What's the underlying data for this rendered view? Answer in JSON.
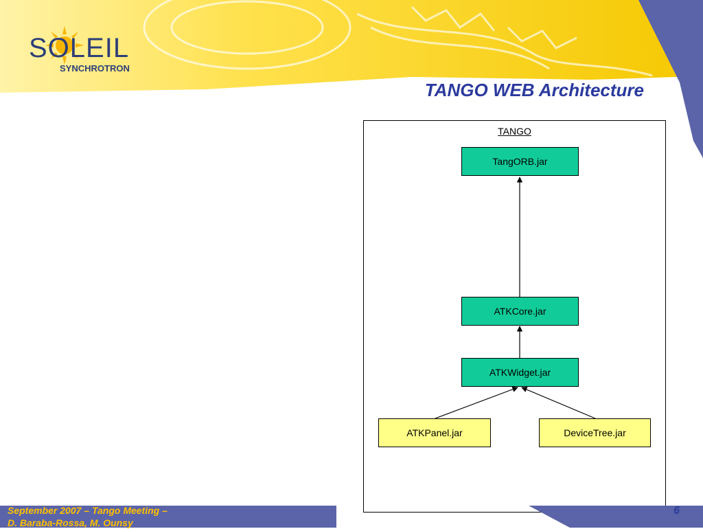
{
  "header": {
    "logo_word": "SOLEIL",
    "logo_sub": "SYNCHROTRON",
    "title": "TANGO WEB Architecture"
  },
  "diagram": {
    "frame_label": "TANGO",
    "nodes": {
      "tangorb": "TangORB.jar",
      "atkcore": "ATKCore.jar",
      "atkwidget": "ATKWidget.jar",
      "atkpanel": "ATKPanel.jar",
      "devicetree": "DeviceTree.jar"
    },
    "edges": [
      {
        "from": "atkcore",
        "to": "tangorb"
      },
      {
        "from": "atkwidget",
        "to": "atkcore"
      },
      {
        "from": "atkpanel",
        "to": "atkwidget"
      },
      {
        "from": "devicetree",
        "to": "atkwidget"
      }
    ]
  },
  "footer": {
    "line1": "September 2007 – Tango Meeting –",
    "line2": "D. Baraba-Rossa, M. Ounsy",
    "page_number": "6"
  },
  "colors": {
    "header_yellow": "#ffe14d",
    "stripe_blue": "#5b64a8",
    "title_blue": "#2b3a9e",
    "node_green": "#11cc99",
    "node_yellow": "#ffff88",
    "footer_text": "#ffc000"
  }
}
